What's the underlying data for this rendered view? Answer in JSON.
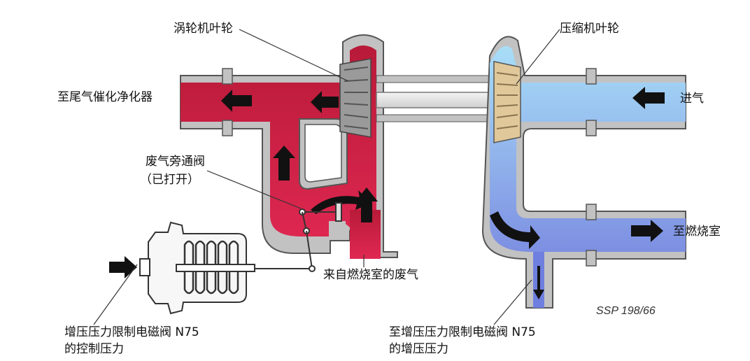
{
  "labels": {
    "turbine_wheel": "涡轮机叶轮",
    "compressor_wheel": "压缩机叶轮",
    "to_catalytic": "至尾气催化净化器",
    "intake": "进气",
    "wastegate": "废气旁通阀",
    "wastegate_state": "（已打开）",
    "to_combustion": "至燃烧室",
    "from_combustion": "来自燃烧室的废气",
    "control_pressure_line1": "增压压力限制电磁阀 N75",
    "control_pressure_line2": "的控制压力",
    "to_n75_line1": "至增压压力限制电磁阀 N75",
    "to_n75_line2": "的增压压力",
    "ssp_ref": "SSP 198/66"
  },
  "colors": {
    "exhaust": "#c8203e",
    "exhaust_light": "#e23a5a",
    "intake": "#8fd3f5",
    "intake_dark": "#6f8ee0",
    "casing": "#b4b4b4",
    "casing_border": "#5a5a5a",
    "arrow": "#111111"
  }
}
